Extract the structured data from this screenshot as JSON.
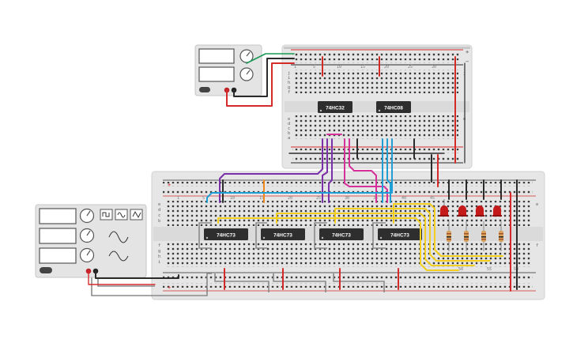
{
  "chips": {
    "small_board": [
      "74HC32",
      "74HC08"
    ],
    "large_board": [
      "74HC73",
      "74HC73",
      "74HC73",
      "74HC73"
    ]
  },
  "breadboard_row_labels": {
    "upper": [
      "j",
      "i",
      "h",
      "g",
      "f"
    ],
    "lower": [
      "e",
      "d",
      "c",
      "b",
      "a"
    ]
  },
  "column_numbers": {
    "small_board": [
      "1",
      "5",
      "10",
      "15",
      "20",
      "25",
      "30"
    ],
    "large_board": [
      "1",
      "5",
      "10",
      "15",
      "20",
      "25",
      "30",
      "35",
      "40",
      "45",
      "50",
      "55",
      "60"
    ]
  },
  "rail_signs": {
    "plus": "+",
    "minus": "−"
  },
  "function_generator": {
    "waveforms": [
      "square-wave-icon",
      "sine-wave-icon",
      "triangle-wave-icon"
    ]
  },
  "colors": {
    "wire_black": "#2b2b2b",
    "wire_red": "#d62a2a",
    "wire_purple": "#7b2fa8",
    "wire_blue": "#1f9fd6",
    "wire_magenta": "#d6309a",
    "wire_yellow": "#f2cf1d",
    "wire_gray": "#8a8a8a",
    "wire_orange": "#f08a1c",
    "led_red": "#c41a1a",
    "board": "#e8e8e8",
    "chip": "#2e2e2e"
  }
}
